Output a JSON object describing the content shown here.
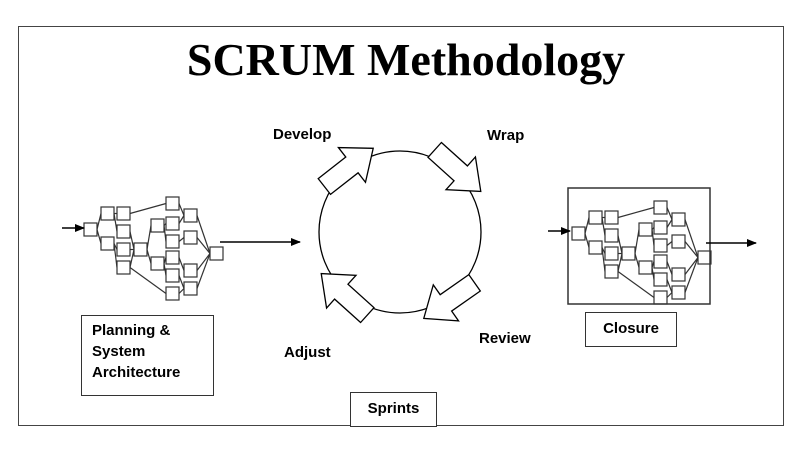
{
  "title": "SCRUM Methodology",
  "cycle": {
    "stages": [
      {
        "id": "develop",
        "label": "Develop"
      },
      {
        "id": "wrap",
        "label": "Wrap"
      },
      {
        "id": "review",
        "label": "Review"
      },
      {
        "id": "adjust",
        "label": "Adjust"
      }
    ],
    "caption": "Sprints"
  },
  "phases": {
    "planning": {
      "lines": [
        "Planning &",
        "System",
        "Architecture"
      ]
    },
    "closure": {
      "label": "Closure"
    }
  },
  "colors": {
    "stroke": "#333333",
    "background": "#ffffff",
    "text": "#000000"
  }
}
